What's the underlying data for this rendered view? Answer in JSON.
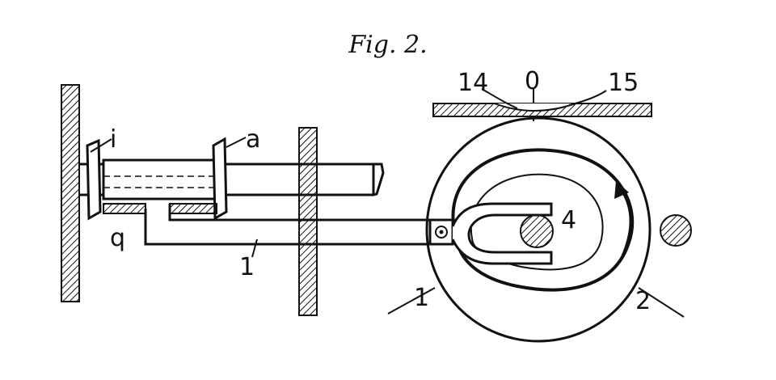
{
  "figure": {
    "title": "Fig. 2.",
    "labels": {
      "i": "i",
      "a": "a",
      "q": "q",
      "lever": "1",
      "disc_1": "1",
      "disc_2": "2",
      "pin": "4",
      "mark_14": "14",
      "mark_0": "0",
      "mark_15": "15"
    }
  },
  "colors": {
    "ink": "#111111",
    "paper": "#ffffff"
  }
}
